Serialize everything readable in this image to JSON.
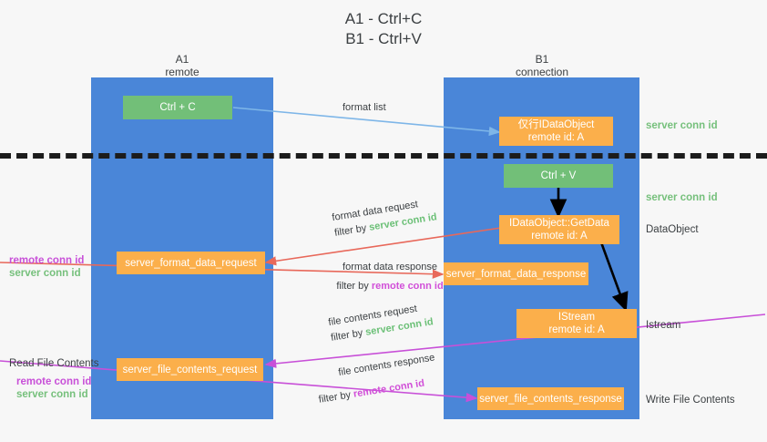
{
  "title": "A1 - Ctrl+C\nB1 - Ctrl+V",
  "colors": {
    "lane": "#4a86d8",
    "green_node": "#72bf78",
    "orange_node": "#fbaf4b",
    "server_conn_id": "#76c07c",
    "remote_conn_id": "#c850d8",
    "arrow_blue": "#7eb6e8",
    "arrow_red": "#e8685a",
    "arrow_magenta": "#c850d8",
    "arrow_black": "#000000",
    "divider": "#1c1c1c",
    "background": "#f7f7f7"
  },
  "columns": [
    {
      "name": "column-a1",
      "heading": "A1\nremote"
    },
    {
      "name": "column-b1",
      "heading": "B1\nconnection"
    }
  ],
  "nodes": [
    {
      "name": "ctrl-c-node",
      "label": "Ctrl + C",
      "kind": "green"
    },
    {
      "name": "idataobject-node",
      "label": "仅行IDataObject\nremote id: A",
      "kind": "orange"
    },
    {
      "name": "ctrl-v-node",
      "label": "Ctrl + V",
      "kind": "green"
    },
    {
      "name": "getdata-node",
      "label": "IDataObject::GetData\nremote id: A",
      "kind": "orange"
    },
    {
      "name": "server-format-data-request-node",
      "label": "server_format_data_request",
      "kind": "orange"
    },
    {
      "name": "server-format-data-response-node",
      "label": "server_format_data_response",
      "kind": "orange"
    },
    {
      "name": "istream-node",
      "label": "IStream\nremote id: A",
      "kind": "orange"
    },
    {
      "name": "server-file-contents-request-node",
      "label": "server_file_contents_request",
      "kind": "orange"
    },
    {
      "name": "server-file-contents-response-node",
      "label": "server_file_contents_response",
      "kind": "orange"
    }
  ],
  "right_labels": [
    {
      "name": "right-label-server-conn-id-1",
      "text": "server conn id"
    },
    {
      "name": "right-label-server-conn-id-2",
      "text": "server conn id"
    },
    {
      "name": "right-label-dataobject",
      "text": "DataObject"
    },
    {
      "name": "right-label-istream",
      "text": "Istream"
    },
    {
      "name": "right-label-write-file",
      "text": "Write File Contents"
    }
  ],
  "left_labels": {
    "remote_conn_id": "remote conn id",
    "server_conn_id": "server conn id",
    "read_file_contents": "Read File Contents"
  },
  "flows": [
    {
      "name": "format-list-flow",
      "line1": "format list",
      "line2": "",
      "filter_prefix": "",
      "filter_key": "",
      "filter_color": ""
    },
    {
      "name": "format-data-request-flow",
      "line1": "format data request",
      "filter_prefix": "filter by ",
      "filter_key": "server conn id",
      "filter_color": "green"
    },
    {
      "name": "format-data-response-flow",
      "line1": "format data response",
      "filter_prefix": "filter by ",
      "filter_key": "remote conn id",
      "filter_color": "magenta"
    },
    {
      "name": "file-contents-request-flow",
      "line1": "file contents request",
      "filter_prefix": "filter by ",
      "filter_key": "server conn id",
      "filter_color": "green"
    },
    {
      "name": "file-contents-response-flow",
      "line1": "file contents response",
      "filter_prefix": "filter by ",
      "filter_key": "remote conn id",
      "filter_color": "magenta"
    }
  ]
}
